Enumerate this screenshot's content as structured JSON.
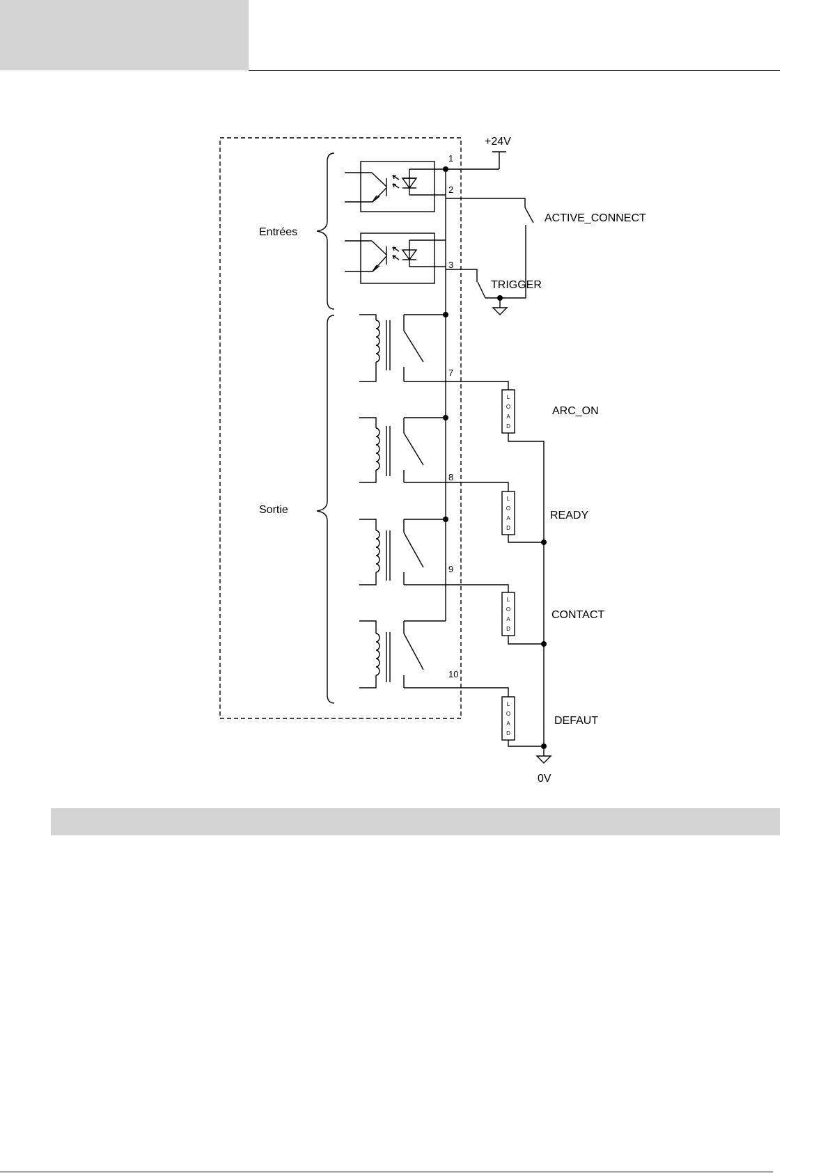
{
  "diagram": {
    "supply_label": "+24V",
    "ground_label": "0V",
    "group_inputs_label": "Entrées",
    "group_outputs_label": "Sortie",
    "input_active_connect": "ACTIVE_CONNECT",
    "input_trigger": "TRIGGER",
    "output_arc_on": "ARC_ON",
    "output_ready": "READY",
    "output_contact": "CONTACT",
    "output_defaut": "DEFAUT",
    "pins": [
      "1",
      "2",
      "3",
      "7",
      "8",
      "9",
      "10"
    ],
    "load_letters": [
      "L",
      "O",
      "A",
      "D"
    ]
  }
}
